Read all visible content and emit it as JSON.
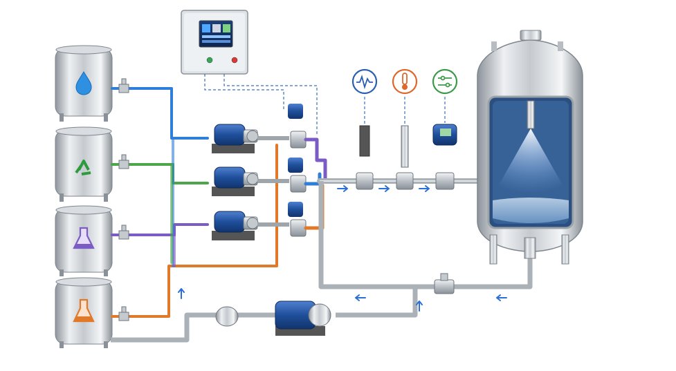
{
  "control_panel": {
    "screen_icons": [
      "gauge-icon",
      "chart-icon",
      "grid-icon"
    ],
    "indicator_colors": {
      "start": "#3aa655",
      "stop": "#d83a3a"
    }
  },
  "tanks": [
    {
      "id": "water",
      "icon": "water-drop-icon",
      "line_color": "#2f7fd8"
    },
    {
      "id": "recycle",
      "icon": "recycle-icon",
      "line_color": "#4ea64a"
    },
    {
      "id": "chemical",
      "icon": "flask-icon",
      "line_color": "#7b5cc4"
    },
    {
      "id": "acid",
      "icon": "flask-icon",
      "line_color": "#e07a2a"
    }
  ],
  "instruments": [
    {
      "id": "flow",
      "icon": "waveform-icon",
      "ring_color": "#2a5fb0"
    },
    {
      "id": "temperature",
      "icon": "thermometer-icon",
      "ring_color": "#e0662a"
    },
    {
      "id": "regulator",
      "icon": "sliders-icon",
      "ring_color": "#3a9a4a"
    }
  ],
  "flow_arrow_color": "#2a6fd8",
  "colors": {
    "steel_light": "#e6e9ec",
    "steel_mid": "#b7bdc3",
    "steel_dark": "#7d858d",
    "motor_blue": "#1f4f9a",
    "signal_dashed": "#3a6fc0"
  }
}
